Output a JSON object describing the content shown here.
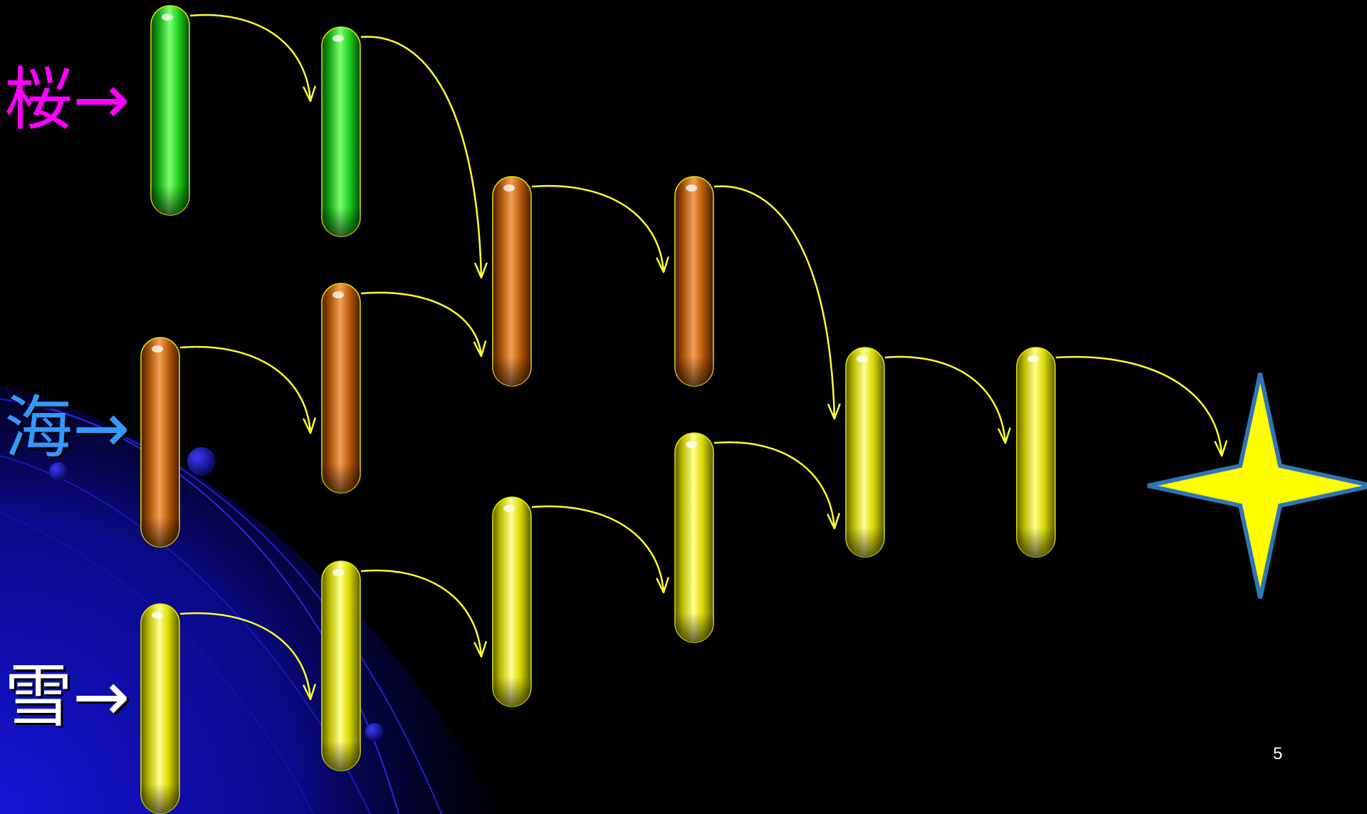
{
  "labels": [
    {
      "row": 1,
      "text": "桜→",
      "color": "#ff00ff"
    },
    {
      "row": 2,
      "text": "海→",
      "color": "#3399ff"
    },
    {
      "row": 3,
      "text": "雪→",
      "color": "#ffffff"
    }
  ],
  "page_number": "5",
  "colors": {
    "background": "#000000",
    "arrow": "#ffff33",
    "star_fill": "#ffff00",
    "star_stroke": "#2e75b6",
    "green": "#1ed81e",
    "orange": "#c0600a",
    "yellow": "#dede00"
  },
  "rods": [
    {
      "id": "rod-1",
      "color": "green"
    },
    {
      "id": "rod-2",
      "color": "orange"
    },
    {
      "id": "rod-3",
      "color": "yellow"
    },
    {
      "id": "rod-4",
      "color": "green"
    },
    {
      "id": "rod-5",
      "color": "orange"
    },
    {
      "id": "rod-6",
      "color": "yellow"
    },
    {
      "id": "rod-7",
      "color": "orange"
    },
    {
      "id": "rod-8",
      "color": "yellow"
    },
    {
      "id": "rod-9",
      "color": "orange"
    },
    {
      "id": "rod-10",
      "color": "yellow"
    },
    {
      "id": "rod-11",
      "color": "yellow"
    },
    {
      "id": "rod-12",
      "color": "yellow"
    }
  ],
  "arrows": [
    {
      "from": "rod-1",
      "to": "rod-4"
    },
    {
      "from": "rod-2",
      "to": "rod-5"
    },
    {
      "from": "rod-3",
      "to": "rod-6"
    },
    {
      "from": "rod-4",
      "to": "rod-7"
    },
    {
      "from": "rod-5",
      "to": "rod-7"
    },
    {
      "from": "rod-6",
      "to": "rod-8"
    },
    {
      "from": "rod-7",
      "to": "rod-9"
    },
    {
      "from": "rod-8",
      "to": "rod-10"
    },
    {
      "from": "rod-9",
      "to": "rod-11"
    },
    {
      "from": "rod-10",
      "to": "rod-11"
    },
    {
      "from": "rod-11",
      "to": "rod-12"
    },
    {
      "from": "rod-12",
      "to": "star"
    }
  ],
  "star": {
    "shape": "four-point-star"
  }
}
